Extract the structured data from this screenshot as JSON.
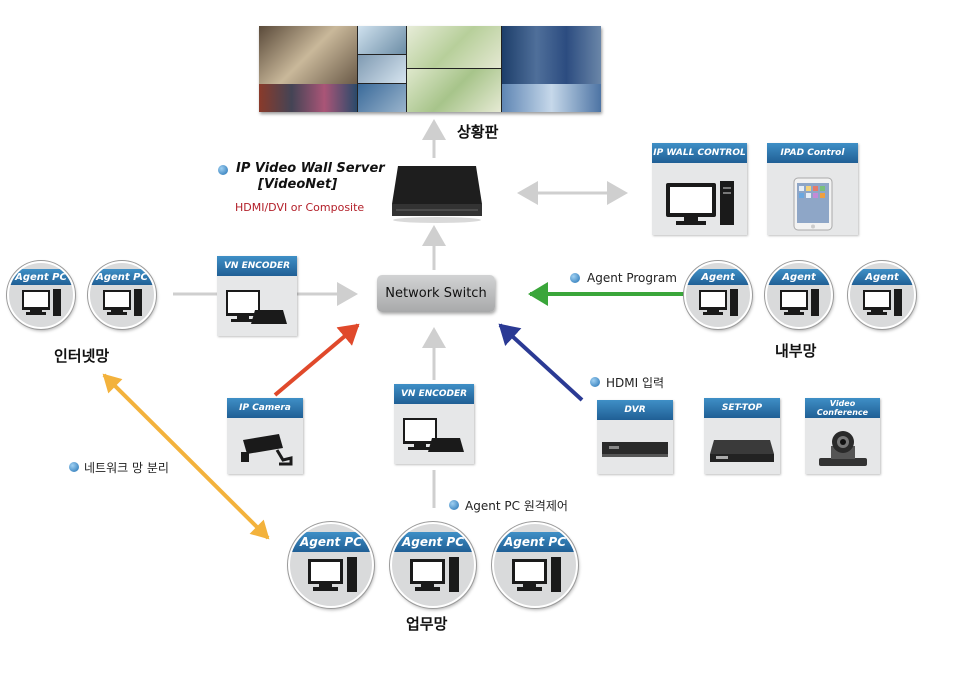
{
  "title_situation_board": "상황판",
  "server": {
    "name": "IP Video Wall Server",
    "sub": "[VideoNet]",
    "note": "HDMI/DVI or Composite",
    "note_color": "#b3202a"
  },
  "network_switch": "Network Switch",
  "controls": [
    {
      "label": "IP WALL CONTROL"
    },
    {
      "label": "IPAD Control"
    }
  ],
  "internet": {
    "group_label": "인터넷망",
    "agents": [
      "Agent PC",
      "Agent PC"
    ],
    "encoder": "VN ENCODER"
  },
  "internal": {
    "group_label": "내부망",
    "note": "Agent Program",
    "agents": [
      "Agent",
      "Agent",
      "Agent"
    ]
  },
  "hdmi": {
    "note": "HDMI 입력",
    "devices": [
      "DVR",
      "SET-TOP",
      "Video Conference"
    ]
  },
  "ip_camera": "IP Camera",
  "center_encoder": "VN ENCODER",
  "separation_note": "네트워크 망 분리",
  "remote_note": "Agent PC 원격제어",
  "business": {
    "group_label": "업무망",
    "agents": [
      "Agent PC",
      "Agent PC",
      "Agent PC"
    ]
  },
  "colors": {
    "arrow_gray": "#cfcfcf",
    "arrow_green": "#3aa63a",
    "arrow_blue": "#2b3a94",
    "arrow_red": "#e0492b",
    "arrow_orange": "#f3b23c",
    "header_blue": "#2f78b0"
  }
}
